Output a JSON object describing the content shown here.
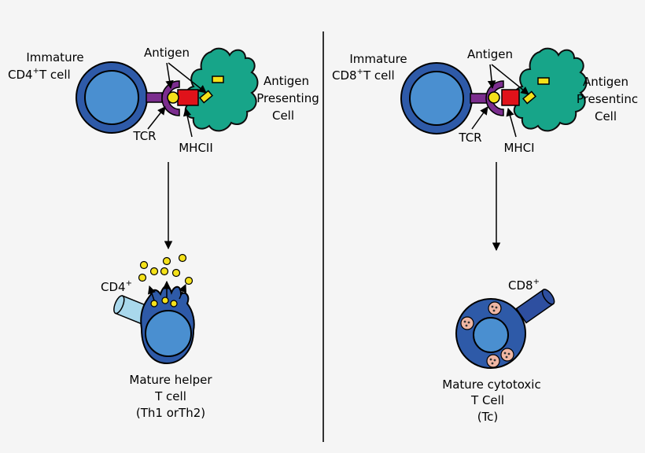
{
  "left": {
    "immature_line1": "Immature",
    "immature_cd": "CD4",
    "immature_sup": "+",
    "immature_rest": "T cell",
    "antigen": "Antigen",
    "apc_line1": "Antigen",
    "apc_line2": "Presenting",
    "apc_line3": "Cell",
    "tcr": "TCR",
    "mhc": "MHCII",
    "marker": "CD4",
    "marker_sup": "+",
    "mature_line1": "Mature helper",
    "mature_line2": "T cell",
    "mature_line3": "(Th1 orTh2)"
  },
  "right": {
    "immature_line1": "Immature",
    "immature_cd": "CD8",
    "immature_sup": "+",
    "immature_rest": "T cell",
    "antigen": "Antigen",
    "apc_line1": "Antigen",
    "apc_line2": "Presentinc",
    "apc_line3": "Cell",
    "tcr": "TCR",
    "mhc": "MHCI",
    "marker": "CD8",
    "marker_sup": "+",
    "mature_line1": "Mature cytotoxic",
    "mature_line2": "T Cell",
    "mature_line3": "(Tc)"
  },
  "colors": {
    "background": "#f5f5f5",
    "tcell_outer": "#2e5aa8",
    "tcell_inner": "#4a8fd0",
    "tcr": "#7b2d8e",
    "mhc": "#e0121a",
    "apc": "#17a589",
    "antigen": "#f4e11a",
    "cd4_receptor": "#a9d8ec",
    "cd8_receptor": "#2e4fa0",
    "granule": "#f0b7a4",
    "divider": "#333333"
  }
}
